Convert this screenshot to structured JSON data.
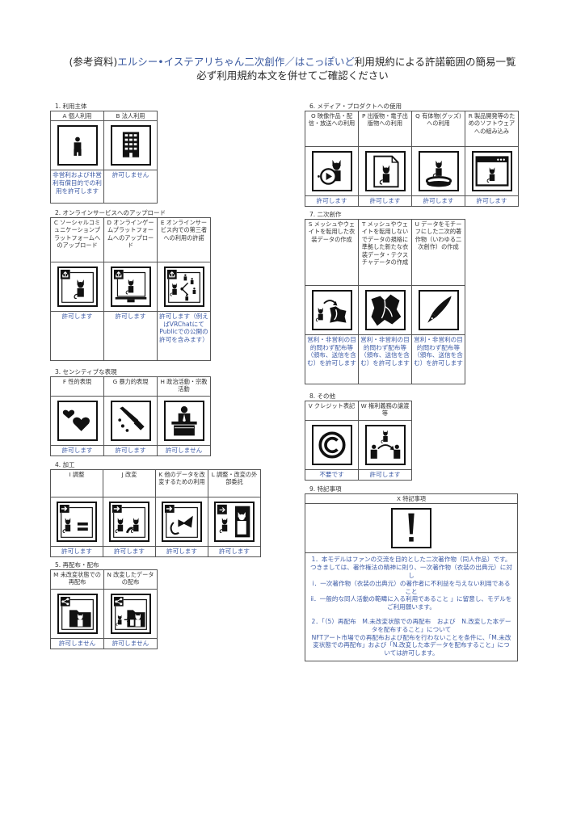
{
  "header": {
    "title_prefix": "(参考資料)",
    "title_blue": "エルシー•イステアリちゃん二次創作／はこっぽいど",
    "title_suffix": "利用規約による許諾範囲の簡易一覧",
    "subtitle": "必ず利用規約本文を併せてご確認ください"
  },
  "sections": [
    {
      "label": "1. 利用主体",
      "items": [
        {
          "head": "A 個人利用",
          "icon": "person-icon",
          "perm": "非営利および非営利有償目的での利用を許可します"
        },
        {
          "head": "B 法人利用",
          "icon": "building-icon",
          "perm": "許可しません"
        }
      ]
    },
    {
      "label": "2. オンラインサービスへのアップロード",
      "items": [
        {
          "head": "C ソーシャルコミュニケーションプラットフォームへのアップロード",
          "icon": "upload-social-icon",
          "perm": "許可します"
        },
        {
          "head": "D オンラインゲームプラットフォームへのアップロード",
          "icon": "upload-game-icon",
          "perm": "許可します"
        },
        {
          "head": "E オンラインサービス内での第三者への利用の許諾",
          "icon": "upload-share-icon",
          "perm": "許可します（例えばVRChatにてPublicでの公開の許可を含みます）"
        }
      ]
    },
    {
      "label": "3. センシティブな表現",
      "items": [
        {
          "head": "F 性的表現",
          "icon": "hearts-icon",
          "perm": "許可します"
        },
        {
          "head": "G 暴力的表現",
          "icon": "knife-icon",
          "perm": "許可します"
        },
        {
          "head": "H 政治活動・宗教活動",
          "icon": "podium-icon",
          "perm": "許可しません"
        }
      ]
    },
    {
      "label": "4. 加工",
      "items": [
        {
          "head": "I 調整",
          "icon": "adjust-icon",
          "perm": "許可します"
        },
        {
          "head": "J 改変",
          "icon": "modify-icon",
          "perm": "許可します"
        },
        {
          "head": "K 他のデータを改変するための利用",
          "icon": "use-other-data-icon",
          "perm": "許可します"
        },
        {
          "head": "L 調整・改変の外部委託",
          "icon": "outsource-icon",
          "perm": "許可します"
        }
      ]
    },
    {
      "label": "5. 再配布・配布",
      "items": [
        {
          "head": "M 未改変状態での再配布",
          "icon": "redistribute-icon",
          "perm": "許可しません"
        },
        {
          "head": "N 改変したデータの配布",
          "icon": "distribute-modified-icon",
          "perm": "許可しません"
        }
      ]
    },
    {
      "label": "6. メディア・プロダクトへの使用",
      "items": [
        {
          "head": "O 映像作品・配信・放送への利用",
          "icon": "video-icon",
          "perm": "許可します"
        },
        {
          "head": "P 出版物・電子出版物への利用",
          "icon": "publication-icon",
          "perm": "許可します"
        },
        {
          "head": "Q 有体物(グッズ)への利用",
          "icon": "goods-icon",
          "perm": "許可します"
        },
        {
          "head": "R 製品開発等のためのソフトウェアへの組み込み",
          "icon": "software-icon",
          "perm": "許可します"
        }
      ]
    },
    {
      "label": "7. 二次創作",
      "items": [
        {
          "head": "S メッシュやウェイトを転用した衣装データの作成",
          "icon": "costume-convert-icon",
          "perm": "営利・非営利の目的問わず配布等（頒布、送信を含む）を許可します"
        },
        {
          "head": "T メッシュやウェイトを転用しないでデータの規格に準拠した新たな衣装データ・テクスチャデータの作成",
          "icon": "costume-new-icon",
          "perm": "営利・非営利の目的問わず配布等（頒布、送信を含む）を許可します"
        },
        {
          "head": "U データをモチーフにした二次的著作物（いわゆる二次創作）の作成",
          "icon": "pen-icon",
          "perm": "営利・非営利の目的問わず配布等（頒布、送信を含む）を許可します"
        }
      ]
    },
    {
      "label": "8. その他",
      "items": [
        {
          "head": "V クレジット表記",
          "icon": "copyright-icon",
          "perm": "不要です"
        },
        {
          "head": "W 権利義務の譲渡等",
          "icon": "transfer-icon",
          "perm": "許可します"
        }
      ]
    },
    {
      "label": "9. 特記事項",
      "items": [
        {
          "head": "X 特記事項",
          "icon": "exclamation-icon"
        }
      ],
      "notes": [
        "1．本モデルはファンの交流を目的とした二次著作物（同人作品）です。つきましては、著作権法の精神に則り、一次著作物（衣装の出典元）に対し",
        "ⅰ．一次著作物（衣装の出典元）の著作者に不利益を与えない利用であること",
        "ⅱ．一般的な同人活動の範疇に入る利用であること 」に留意し、モデルをご利用願います。",
        "2．「（5）再配布　M.未改変状態での再配布　および　N.改変した本データを配布すること」について",
        "NFTアート市場での再配布および配布を行わないことを条件に、「M.未改変状態での再配布」および「N.改変した本データを配布すること」については許可します。"
      ]
    }
  ]
}
